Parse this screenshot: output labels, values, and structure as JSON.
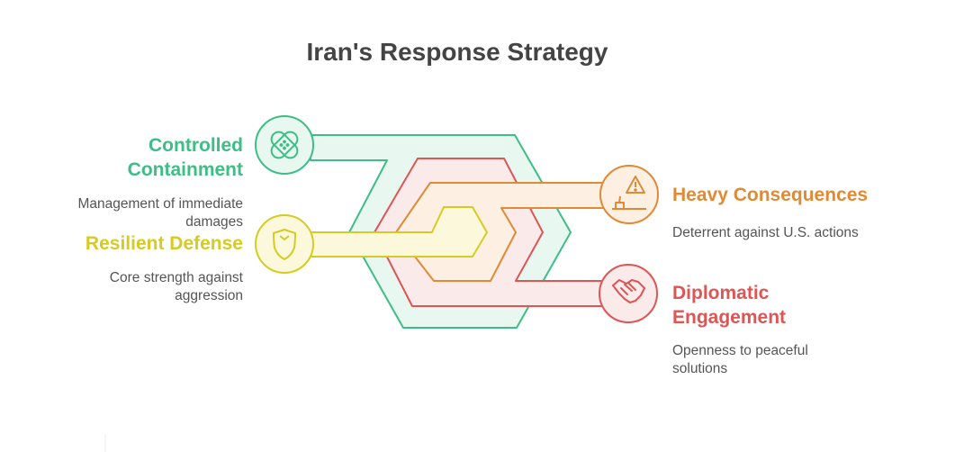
{
  "title": "Iran's Response Strategy",
  "colors": {
    "green": "#3DBE86",
    "yellow": "#D6CB21",
    "orange": "#E08A35",
    "red": "#DD5555"
  },
  "items": [
    {
      "label": "Controlled Containment",
      "description": "Management of immediate damages",
      "icon": "bandage-icon",
      "color": "#3DBE86"
    },
    {
      "label": "Resilient Defense",
      "description": "Core strength against aggression",
      "icon": "shield-icon",
      "color": "#D6CB21"
    },
    {
      "label": "Heavy Consequences",
      "description": "Deterrent against U.S. actions",
      "icon": "warning-icon",
      "color": "#E08A35"
    },
    {
      "label": "Diplomatic Engagement",
      "description": "Openness to peaceful solutions",
      "icon": "handshake-icon",
      "color": "#DD5555"
    }
  ]
}
